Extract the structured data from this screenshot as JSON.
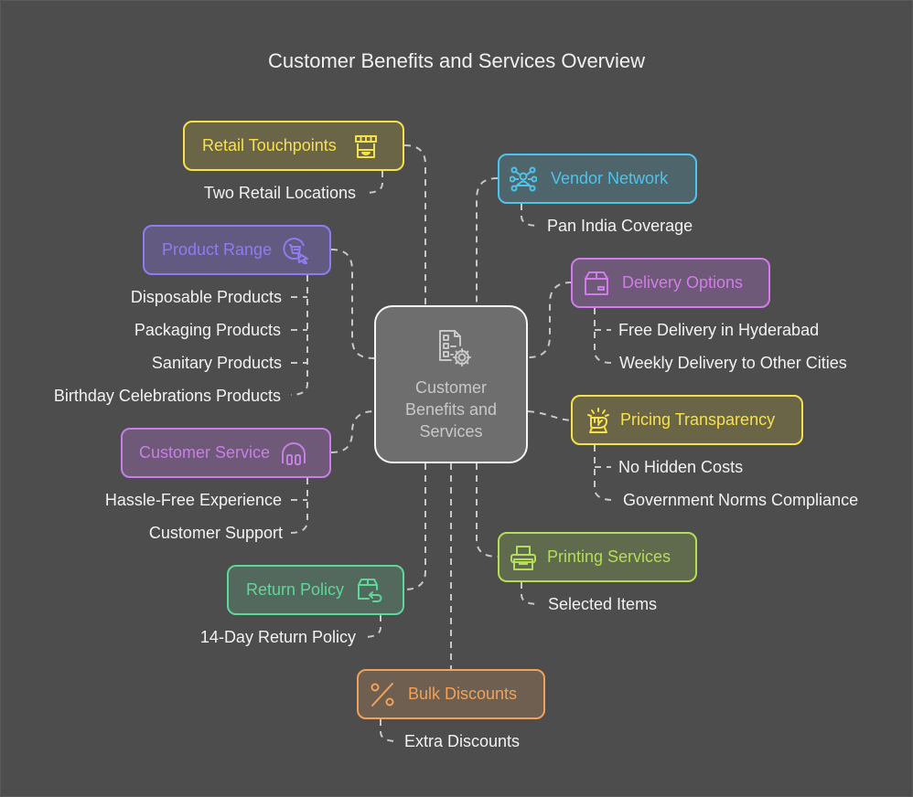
{
  "title": "Customer Benefits and Services Overview",
  "center": {
    "label": "Customer Benefits and Services",
    "icon": "checklist-gear-icon",
    "color": "#c8c8c8"
  },
  "branches": [
    {
      "id": "retail-touchpoints",
      "label": "Retail Touchpoints",
      "icon": "storefront-icon",
      "color": "#f5e14b",
      "fill": "#6b6548",
      "items": [
        "Two Retail Locations"
      ]
    },
    {
      "id": "vendor-network",
      "label": "Vendor Network",
      "icon": "network-people-icon",
      "color": "#4fc3ea",
      "fill": "#4e656c",
      "items": [
        "Pan India Coverage"
      ]
    },
    {
      "id": "product-range",
      "label": "Product Range",
      "icon": "cart-cursor-icon",
      "color": "#8f7cf0",
      "fill": "#625a80",
      "items": [
        "Disposable Products",
        "Packaging Products",
        "Sanitary Products",
        "Birthday Celebrations Products"
      ]
    },
    {
      "id": "delivery-options",
      "label": "Delivery Options",
      "icon": "package-box-icon",
      "color": "#d17ce8",
      "fill": "#6e5a78",
      "items": [
        "Free Delivery in Hyderabad",
        "Weekly Delivery to Other Cities"
      ]
    },
    {
      "id": "pricing-transparency",
      "label": "Pricing Transparency",
      "icon": "fist-bump-icon",
      "color": "#f5e14b",
      "fill": "#6b6548",
      "items": [
        "No Hidden Costs",
        "Government Norms Compliance"
      ]
    },
    {
      "id": "customer-service",
      "label": "Customer Service",
      "icon": "headphones-icon",
      "color": "#c97ee6",
      "fill": "#6e5a78",
      "items": [
        "Hassle-Free Experience",
        "Customer Support"
      ]
    },
    {
      "id": "printing-services",
      "label": "Printing Services",
      "icon": "printer-icon",
      "color": "#b5dd5a",
      "fill": "#606a4c",
      "items": [
        "Selected Items"
      ]
    },
    {
      "id": "return-policy",
      "label": "Return Policy",
      "icon": "box-return-icon",
      "color": "#5fd69a",
      "fill": "#53695e",
      "items": [
        "14-Day Return Policy"
      ]
    },
    {
      "id": "bulk-discounts",
      "label": "Bulk Discounts",
      "icon": "percent-icon",
      "color": "#f0a25a",
      "fill": "#6e5f50",
      "items": [
        "Extra Discounts"
      ]
    }
  ]
}
